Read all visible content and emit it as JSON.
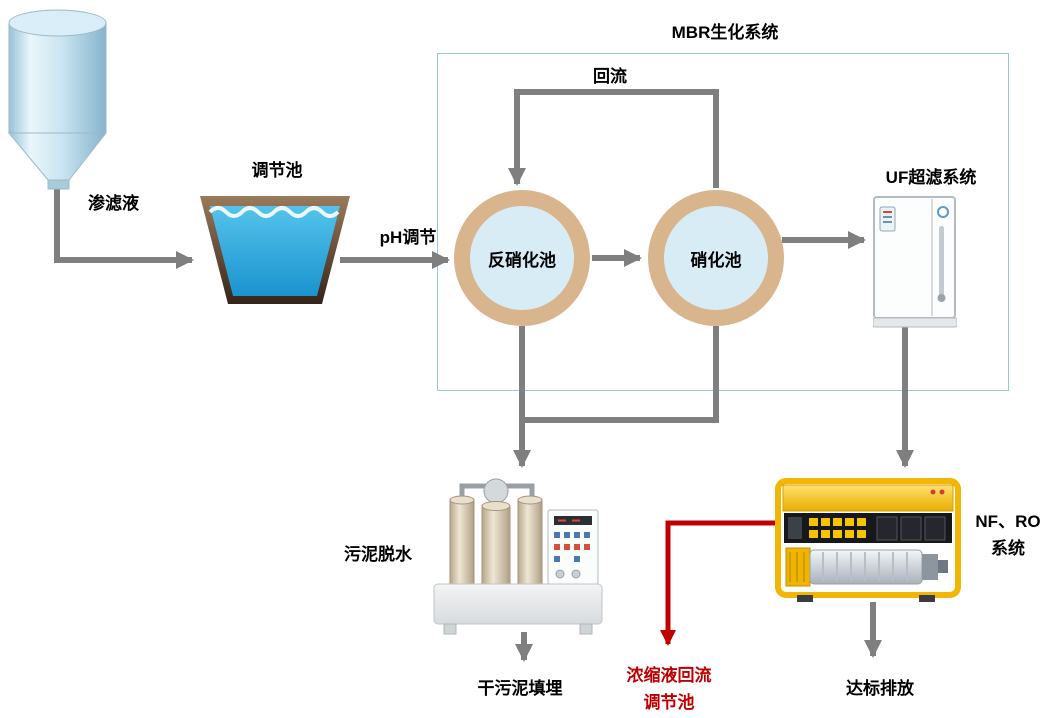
{
  "diagram": {
    "system_title": "MBR生化系统",
    "nodes": {
      "leachate_tank_label": "渗滤液",
      "regulation_pool_label": "调节池",
      "ph_adjust_label": "pH调节",
      "denitrification_label": "反硝化池",
      "nitrification_label": "硝化池",
      "reflux_label": "回流",
      "uf_label": "UF超滤系统",
      "sludge_dewatering_label": "污泥脱水",
      "dry_sludge_label": "干污泥填埋",
      "nfro_label_line1": "NF、RO",
      "nfro_label_line2": "系统",
      "concentrate_label_line1": "浓缩液回流",
      "concentrate_label_line2": "调节池",
      "discharge_label": "达标排放"
    },
    "colors": {
      "arrow_gray": "#7f7f7f",
      "arrow_red": "#c00000",
      "red_text": "#c00000",
      "mbr_border_blue": "#9dc3e6",
      "circle_ring_tan": "#d9b58e",
      "circle_fill_blue": "#d8ecf6",
      "pool_water_blue": "#2aabe2",
      "basin_brown": "#6b4a32",
      "tank_blue": "#c9e4f0",
      "nfro_yellow": "#f5c400"
    }
  }
}
